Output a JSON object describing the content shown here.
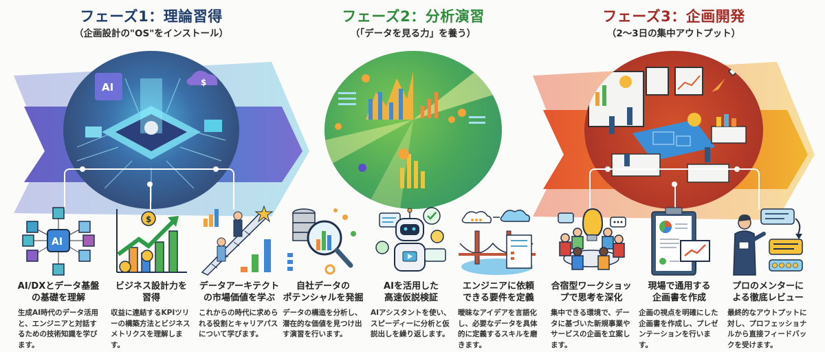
{
  "colors": {
    "phase1": "#1f3d6b",
    "phase2": "#2f8a3c",
    "phase3": "#a32a24",
    "band1_from": "#5a4fb8",
    "band1_to": "#4bb3d4",
    "band2_from": "#6fc04a",
    "band2_to": "#2a9b6b",
    "band3_from": "#e4552f",
    "band3_to": "#f2b531"
  },
  "phases": [
    {
      "title": "フェーズ1：理論習得",
      "subtitle": "（企画設計の\"OS\"をインストール）",
      "illustration": "ai-chip-circuit-illustration",
      "items": [
        {
          "icon": "ai-network-icon",
          "title": "AI/DXとデータ基盤\nの基礎を理解",
          "desc": "生成AI時代のデータ活用と、エンジニアと対話するための技術知識を学びます。"
        },
        {
          "icon": "growth-chart-icon",
          "title": "ビジネス設計力を\n習得",
          "desc": "収益に連結するKPIツリーの構築方法とビジネスメトリクスを理解します。"
        },
        {
          "icon": "career-ladder-icon",
          "title": "データアーキテクト\nの市場価値を学ぶ",
          "desc": "これからの時代に求められる役割とキャリアパスについて学びます。"
        }
      ]
    },
    {
      "title": "フェーズ2：分析演習",
      "subtitle": "（「データを見る力」を養う）",
      "illustration": "data-analysis-circle-illustration",
      "items": [
        {
          "icon": "database-magnifier-icon",
          "title": "自社データの\nポテンシャルを発掘",
          "desc": "データの構造を分析し、潜在的な価値を見つけ出す演習を行います。"
        },
        {
          "icon": "ai-robot-icon",
          "title": "AIを活用した\n高速仮説検証",
          "desc": "AIアシスタントを使い、スピーディーに分析と仮説出しを繰り返します。"
        },
        {
          "icon": "bridge-document-icon",
          "title": "エンジニアに依頼\nできる要件を定義",
          "desc": "曖昧なアイデアを言語化し、必要なデータを具体的に定義するスキルを磨きます。"
        }
      ]
    },
    {
      "title": "フェーズ3：企画開発",
      "subtitle": "（2〜3日の集中アウトプット）",
      "illustration": "workshop-rocket-illustration",
      "items": [
        {
          "icon": "team-lightbulb-icon",
          "title": "合宿型ワークショッ\nプで思考を深化",
          "desc": "集中できる環境で、データに基づいた新規事業やサービスの企画を立案します。"
        },
        {
          "icon": "clipboard-report-icon",
          "title": "現場で通用する\n企画書を作成",
          "desc": "企画の視点を明確にした企画書を作成し、プレゼンテーションを行います。"
        },
        {
          "icon": "mentor-review-icon",
          "title": "プロのメンターに\nよる徹底レビュー",
          "desc": "最終的なアウトプットに対し、プロフェッショナルから直接フィードバックを受けます。"
        }
      ]
    }
  ]
}
